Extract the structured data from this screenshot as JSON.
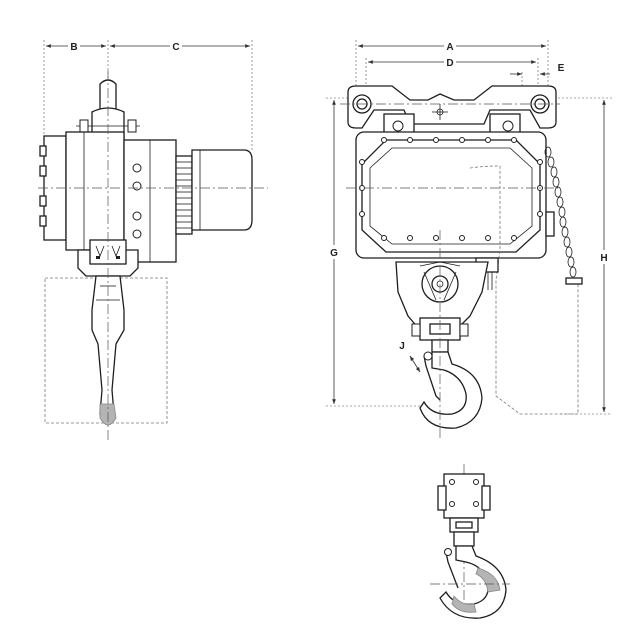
{
  "dimensions": {
    "A": "A",
    "B": "B",
    "C": "C",
    "D": "D",
    "E": "E",
    "G": "G",
    "H": "H",
    "J": "J"
  }
}
